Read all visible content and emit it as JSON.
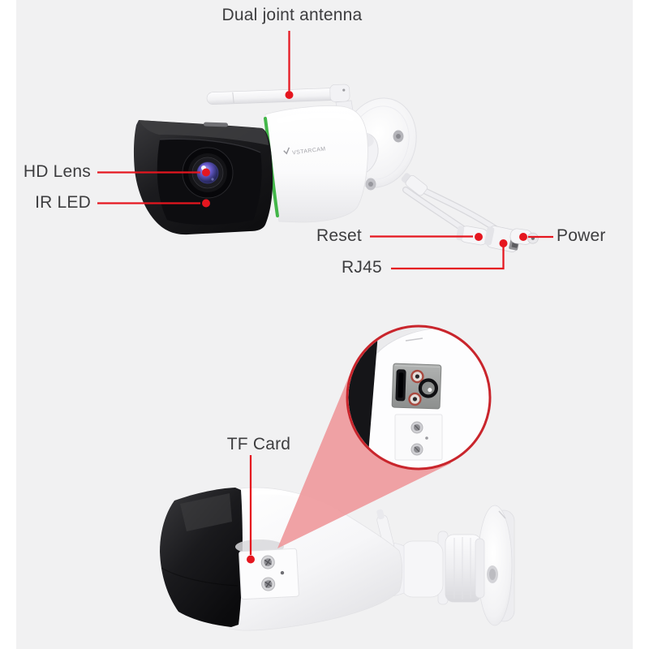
{
  "brand": {
    "logo_text": "VSTARCAM"
  },
  "callouts": [
    {
      "id": "dual-joint-antenna",
      "text": "Dual joint antenna"
    },
    {
      "id": "hd-lens",
      "text": "HD Lens"
    },
    {
      "id": "ir-led",
      "text": "IR LED"
    },
    {
      "id": "reset",
      "text": "Reset"
    },
    {
      "id": "rj45",
      "text": "RJ45"
    },
    {
      "id": "power",
      "text": "Power"
    },
    {
      "id": "tf-card",
      "text": "TF Card"
    }
  ],
  "colors": {
    "bg": "#f1f1f2",
    "page_margin": "#ffffff",
    "annotation_red": "#e5161f",
    "ring_red": "#c9252c",
    "cone_pink": "#ee9598",
    "accent_green": "#43b649",
    "label_text": "#3d3d3f"
  }
}
